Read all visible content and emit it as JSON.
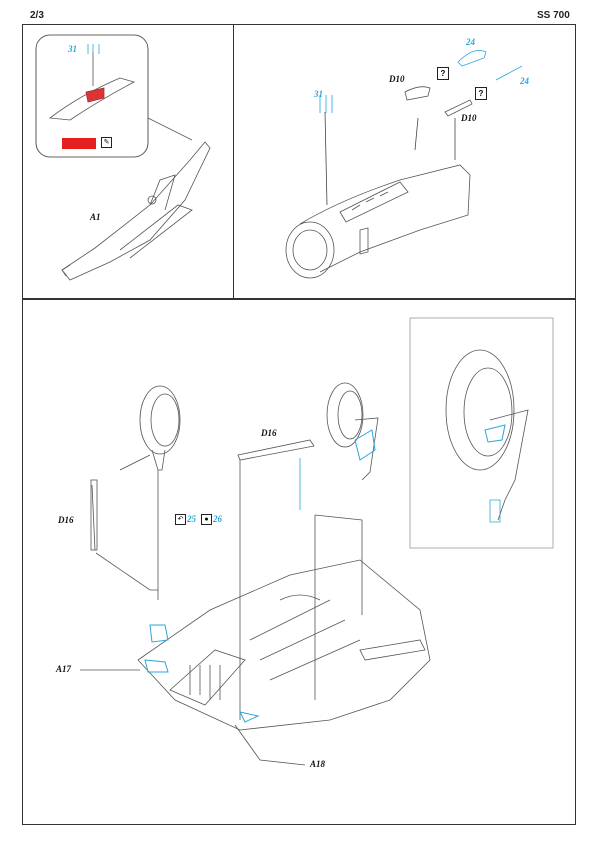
{
  "header": {
    "page": "2/3",
    "code": "SS 700"
  },
  "colors": {
    "blue": "#2aa7d8",
    "red": "#e51e1e",
    "line": "#555555"
  },
  "panel1": {
    "label_part_a1": "A1",
    "label_31": "31",
    "icon_brush": "paint-brush-icon"
  },
  "panel2": {
    "label_31": "31",
    "label_24a": "24",
    "label_24b": "24",
    "label_d10a": "D10",
    "label_d10b": "D10",
    "q1": "?",
    "q2": "?"
  },
  "panel3": {
    "label_d16a": "D16",
    "label_d16b": "D16",
    "label_a17": "A17",
    "label_a18": "A18",
    "label_25": "25",
    "label_26": "26"
  }
}
